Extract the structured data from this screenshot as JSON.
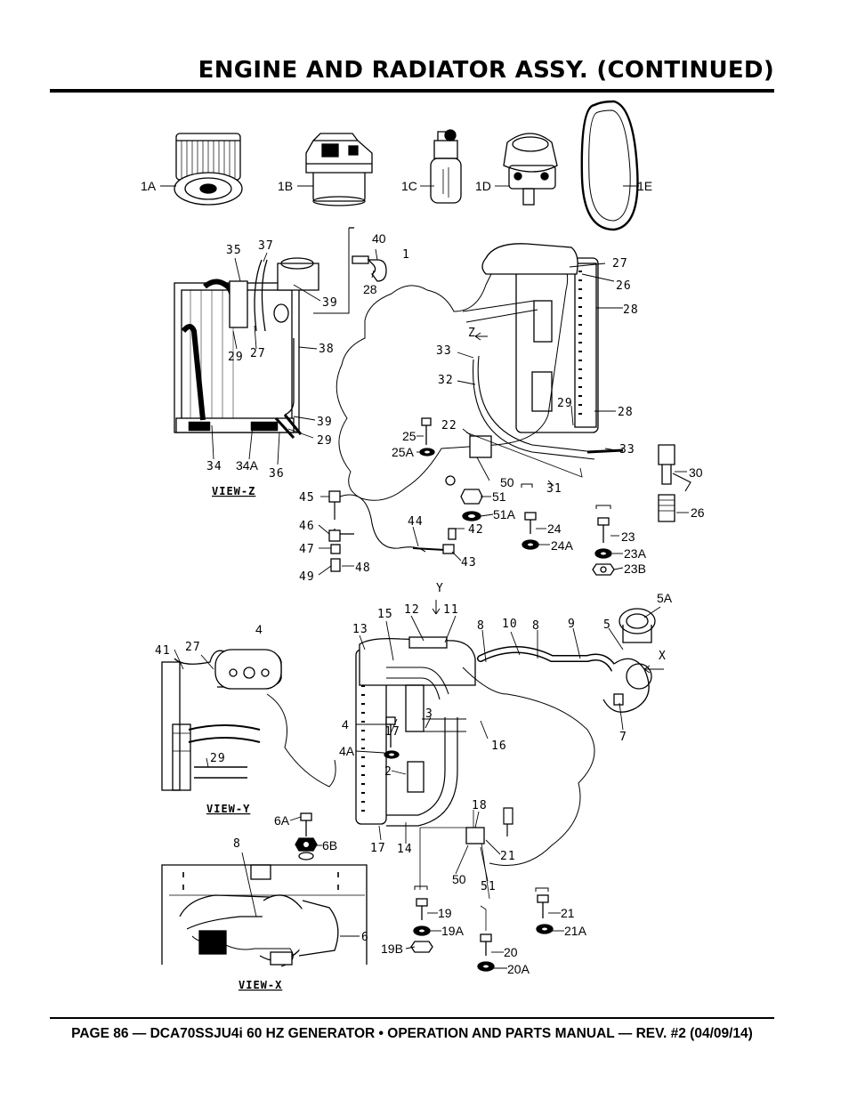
{
  "header": {
    "title": "ENGINE AND RADIATOR ASSY. (CONTINUED)"
  },
  "footer": {
    "text": "PAGE 86 — DCA70SSJU4i 60 HZ GENERATOR • OPERATION AND PARTS MANUAL — REV. #2 (04/09/14)"
  },
  "callouts": {
    "c1A": "1A",
    "c1B": "1B",
    "c1C": "1C",
    "c1D": "1D",
    "c1E": "1E",
    "c35": "35",
    "c37": "37",
    "c40": "40",
    "c1": "1",
    "c28a": "28",
    "c39a": "39",
    "c29a": "29",
    "c27a": "27",
    "c38": "38",
    "c39b": "39",
    "c29b": "29",
    "c34": "34",
    "c34A": "34A",
    "c36": "36",
    "c27b": "27",
    "c26a": "26",
    "c28b": "28",
    "cZ": "Z",
    "c33a": "33",
    "c32": "32",
    "c29c": "29",
    "c28c": "28",
    "c33b": "33",
    "c22": "22",
    "c25": "25",
    "c25A": "25A",
    "c50a": "50",
    "c51a": "51",
    "c51A": "51A",
    "c31": "31",
    "c30": "30",
    "c26b": "26",
    "c24": "24",
    "c24A": "24A",
    "c23": "23",
    "c23A": "23A",
    "c23B": "23B",
    "c45": "45",
    "c46": "46",
    "c47": "47",
    "c49": "49",
    "c48": "48",
    "c44": "44",
    "c42": "42",
    "c43": "43",
    "c4a": "4",
    "c41": "41",
    "c27c": "27",
    "c29d": "29",
    "cY": "Y",
    "c13": "13",
    "c15": "15",
    "c12": "12",
    "c11": "11",
    "c8a": "8",
    "c10": "10",
    "c8b": "8",
    "c9": "9",
    "c5": "5",
    "c5A": "5A",
    "cX": "X",
    "c7": "7",
    "c17a": "17",
    "c3": "3",
    "c4b": "4",
    "c4A": "4A",
    "c16": "16",
    "c2": "2",
    "c17b": "17",
    "c14": "14",
    "c18": "18",
    "c21a": "21",
    "c50b": "50",
    "c51b": "51",
    "c6A": "6A",
    "c6B": "6B",
    "c8c": "8",
    "c6": "6",
    "c19": "19",
    "c19A": "19A",
    "c19B": "19B",
    "c20": "20",
    "c20A": "20A",
    "c21b": "21",
    "c21A": "21A"
  },
  "views": {
    "z": "VIEW-Z",
    "y": "VIEW-Y",
    "x": "VIEW-X"
  }
}
